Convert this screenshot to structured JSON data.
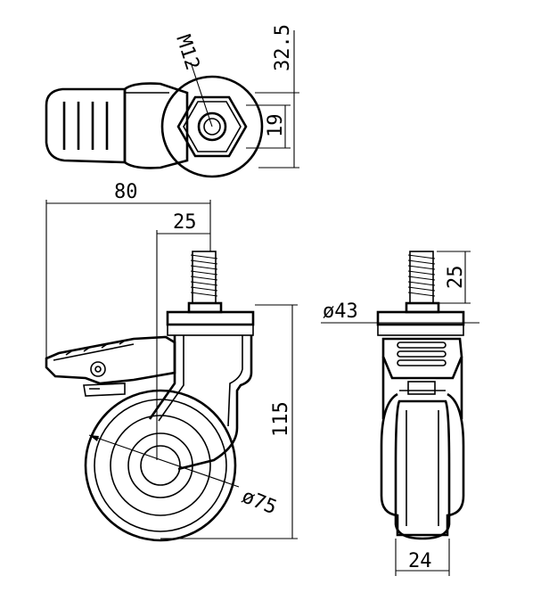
{
  "drawing": {
    "top_view": {
      "thread_label": "M12",
      "height_dim": "32.5",
      "hex_dim": "19"
    },
    "side_view": {
      "width_dim": "80",
      "stem_offset_dim": "25",
      "height_dim": "115",
      "wheel_diameter_dim": "ø75"
    },
    "front_view": {
      "stem_length_dim": "25",
      "plate_diameter_dim": "ø43",
      "wheel_width_dim": "24"
    }
  }
}
